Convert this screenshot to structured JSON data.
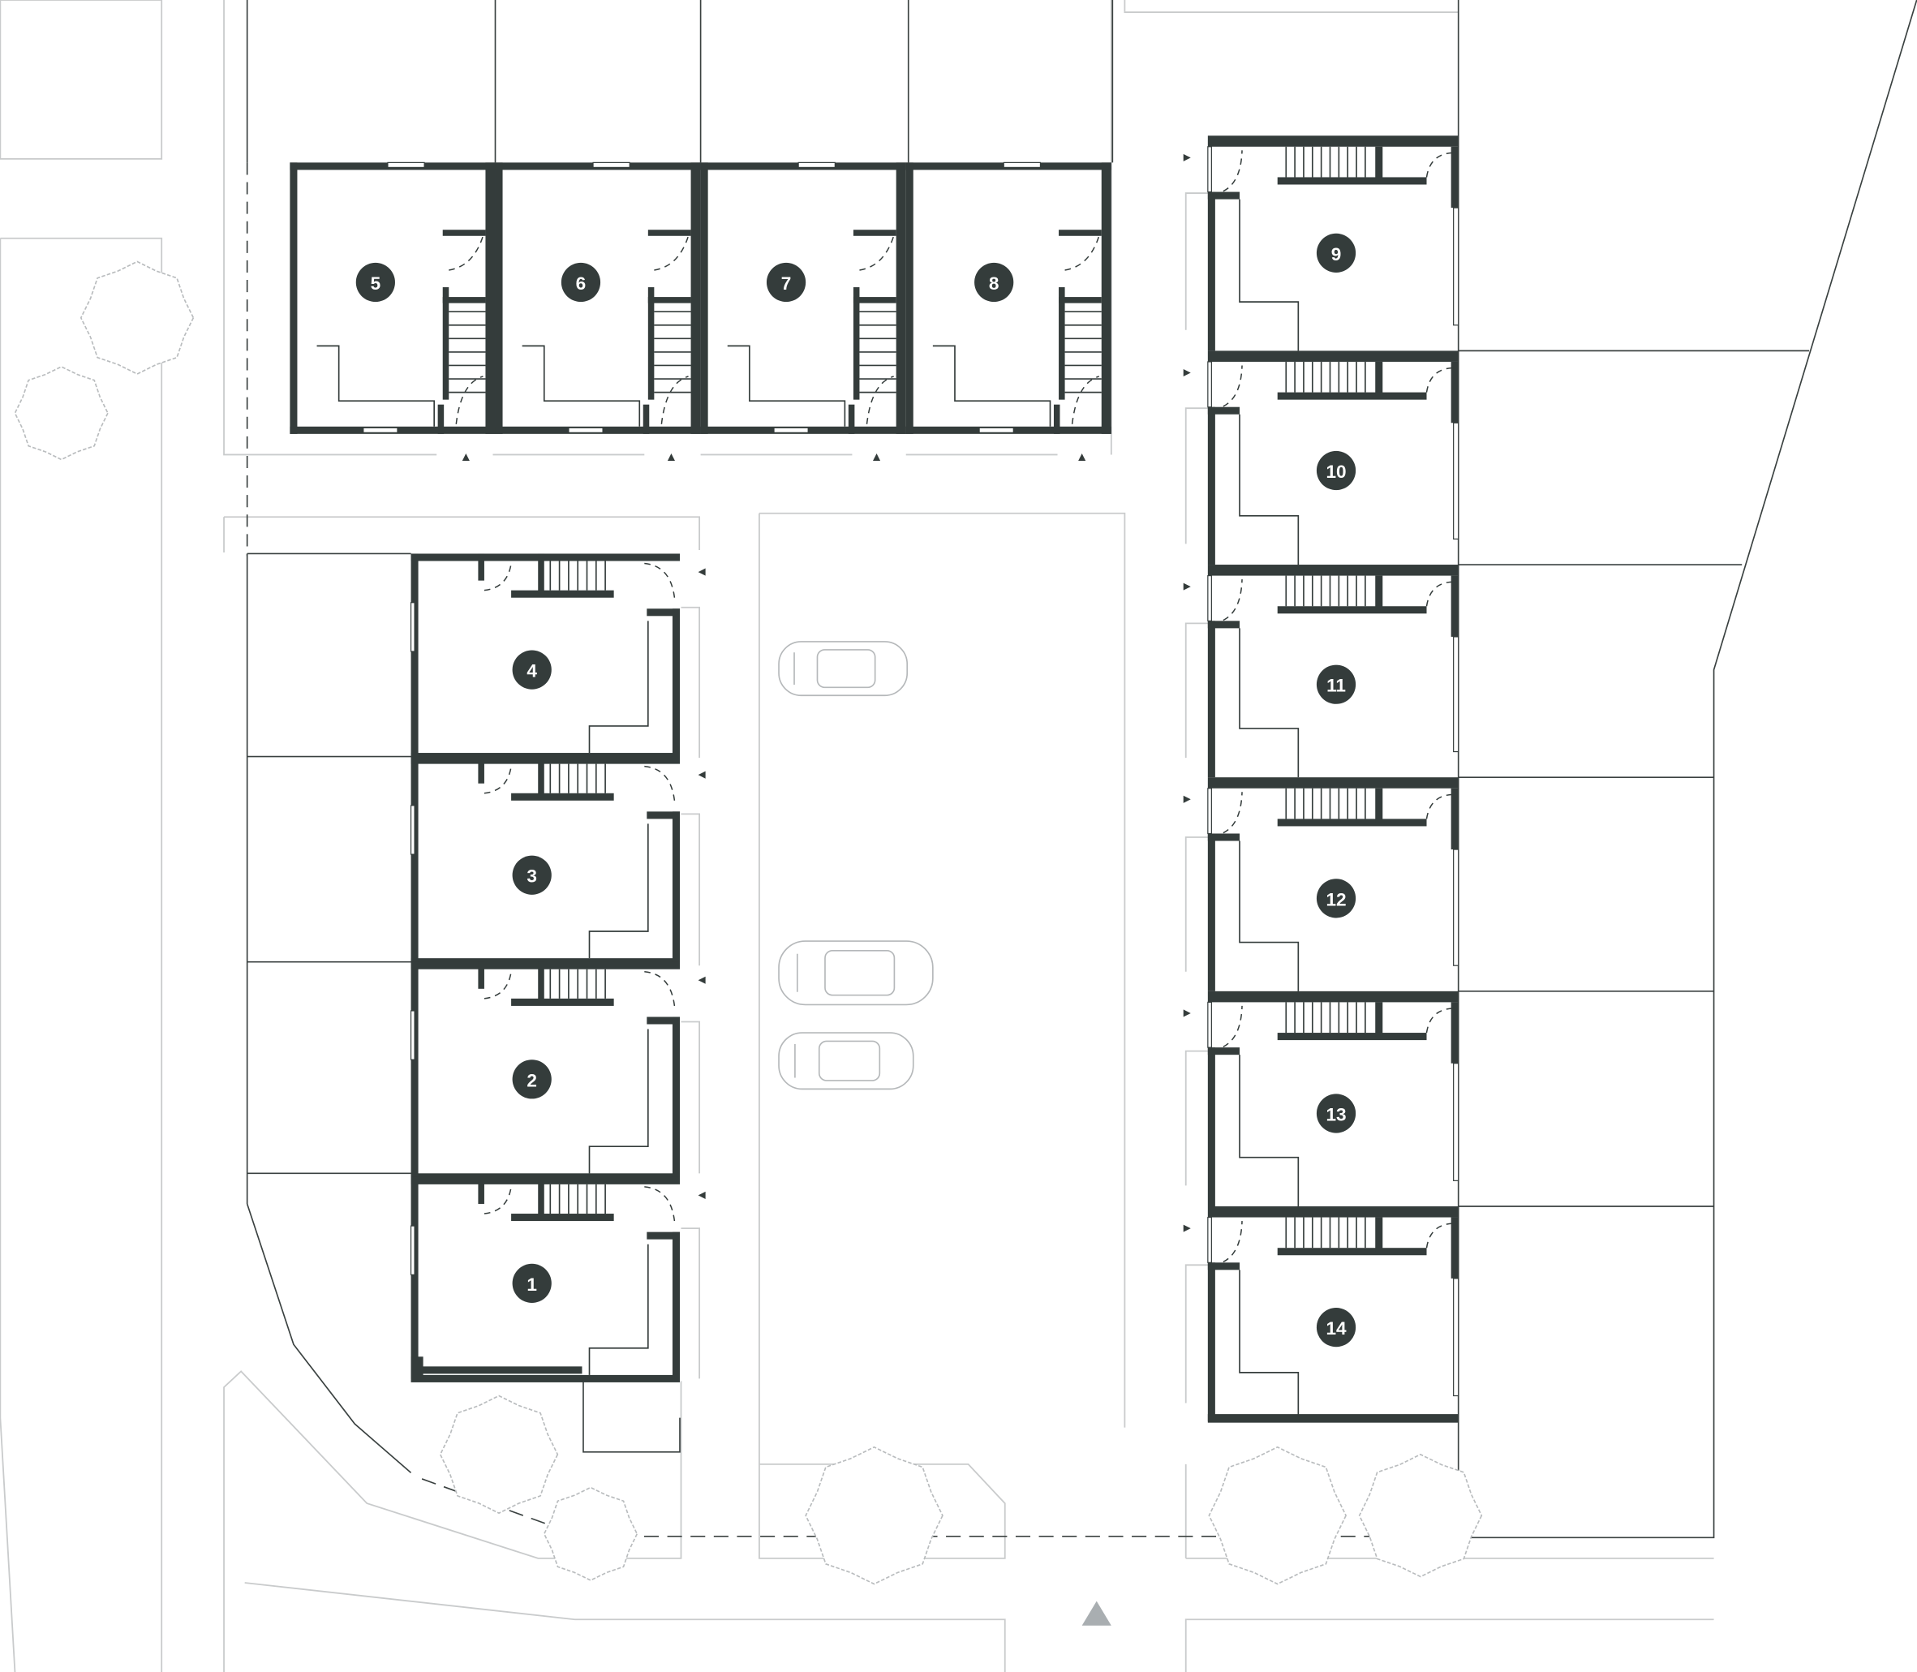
{
  "plan": {
    "title": "Townhouse site plan",
    "units": [
      "1",
      "2",
      "3",
      "4",
      "5",
      "6",
      "7",
      "8",
      "9",
      "10",
      "11",
      "12",
      "13",
      "14"
    ],
    "colors": {
      "wall": "#343c3b",
      "site_line": "#c9cbcc",
      "tree": "#b9bcbe",
      "north_arrow": "#a9aeb1"
    },
    "icons": [
      "tree-icon",
      "car-icon",
      "north-arrow-icon",
      "entry-arrow-icon"
    ]
  }
}
